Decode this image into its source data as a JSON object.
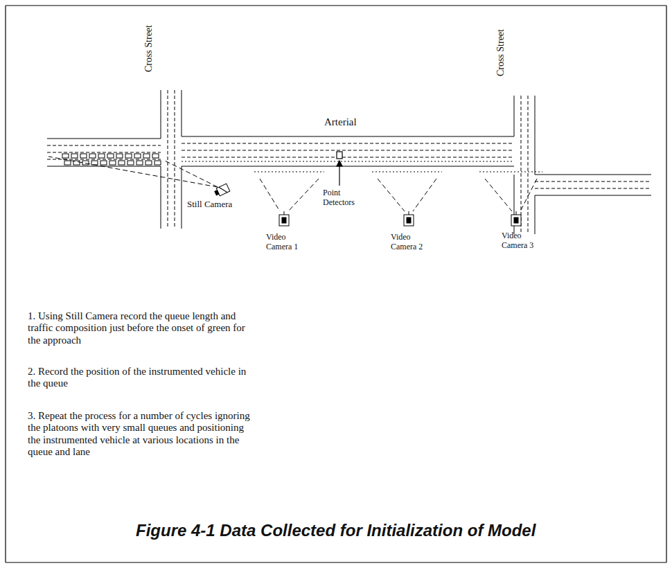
{
  "diagram": {
    "caption": "Figure 4-1 Data Collected for Initialization of Model",
    "labels": [
      "Cross Street",
      "Arterial",
      "Cross Street",
      "Still Camera",
      "Point Detectors",
      "Video Camera 1",
      "Video Camera 2",
      "Video Camera 3",
      "1. Using Still Camera record the queue length and traffic composition just before the onset of green for the approach",
      "2. Record the position of the instrumented vehicle in the queue",
      "3. Repeat the process for a number of cycles ignoring the platoons with very small queues and positioning the instrumented vehicle at various locations in the queue and lane"
    ]
  }
}
